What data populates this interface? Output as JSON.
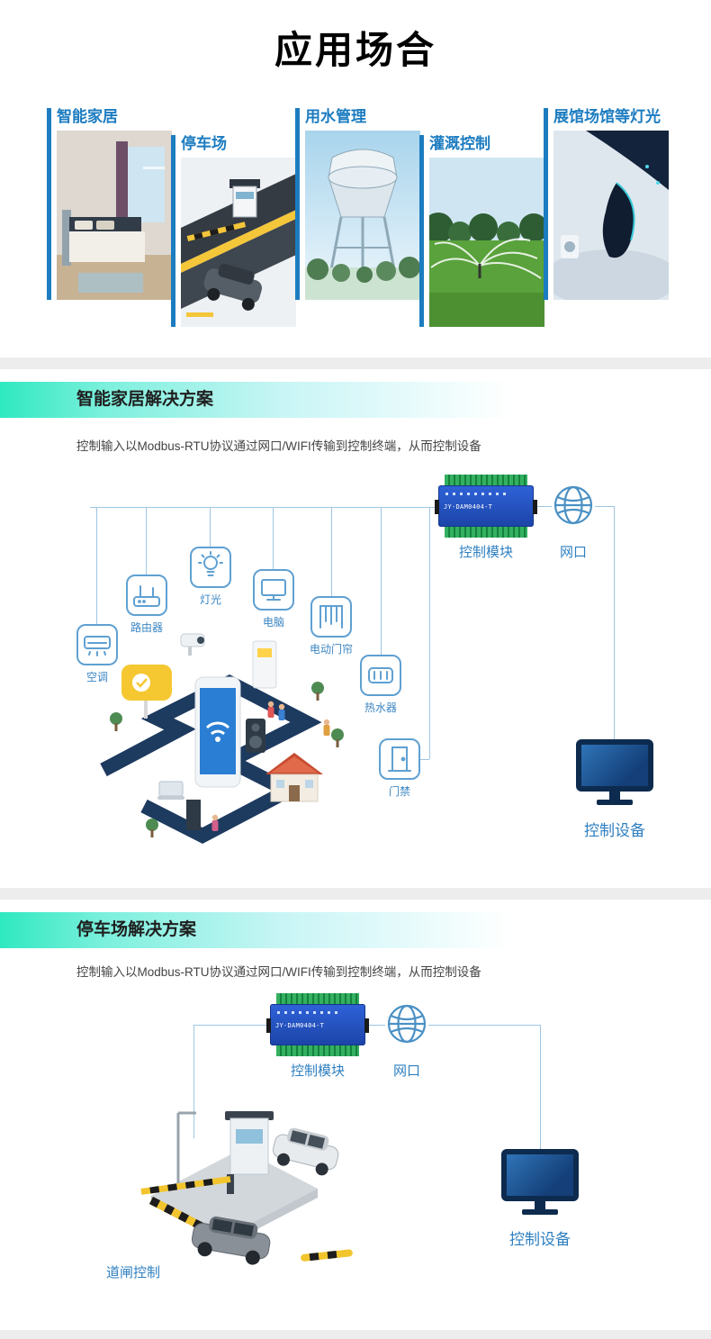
{
  "colors": {
    "accent_blue": "#1c7cc0",
    "diagram_label_blue": "#2e7fc0",
    "band_teal": "#2fe9c0",
    "module_blue": "#2353c4",
    "terminal_green": "#33b060"
  },
  "page_title": "应用场合",
  "scenes": [
    {
      "label": "智能家居",
      "image": "smart-home-photo"
    },
    {
      "label": "停车场",
      "image": "parking-lot-photo"
    },
    {
      "label": "用水管理",
      "image": "water-tower-photo"
    },
    {
      "label": "灌溉控制",
      "image": "irrigation-photo"
    },
    {
      "label": "展馆场馆等灯光",
      "image": "exhibition-lighting-photo"
    }
  ],
  "sections": [
    {
      "heading": "智能家居解决方案",
      "description": "控制输入以Modbus-RTU协议通过网口/WIFI传输到控制终端，从而控制设备",
      "module": {
        "label": "控制模块",
        "model": "JY-DAM0404-T"
      },
      "port_label": "网口",
      "device_label": "控制设备",
      "nodes": [
        {
          "label": "空调",
          "icon": "air-conditioner-icon"
        },
        {
          "label": "路由器",
          "icon": "router-icon"
        },
        {
          "label": "灯光",
          "icon": "light-icon"
        },
        {
          "label": "电脑",
          "icon": "computer-icon"
        },
        {
          "label": "电动门帘",
          "icon": "electric-curtain-icon"
        },
        {
          "label": "热水器",
          "icon": "water-heater-icon"
        },
        {
          "label": "门禁",
          "icon": "door-access-icon"
        }
      ]
    },
    {
      "heading": "停车场解决方案",
      "description": "控制输入以Modbus-RTU协议通过网口/WIFI传输到控制终端，从而控制设备",
      "module": {
        "label": "控制模块",
        "model": "JY-DAM0404-T"
      },
      "port_label": "网口",
      "device_label": "控制设备",
      "gate_label": "道闸控制"
    }
  ]
}
